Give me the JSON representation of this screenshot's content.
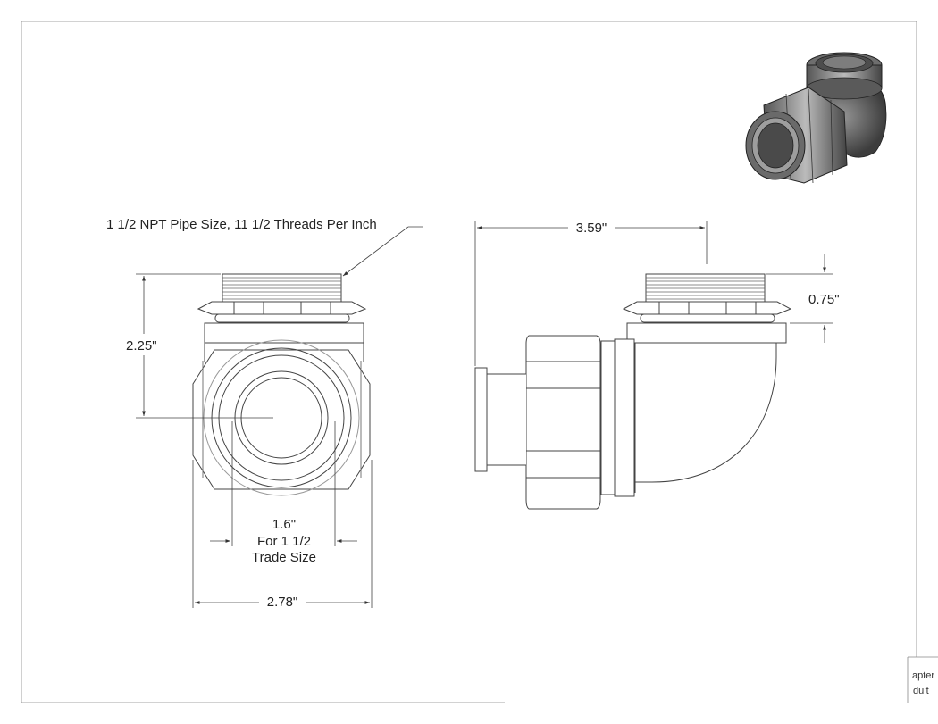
{
  "drawing": {
    "callouts": {
      "thread_note": "1 1/2 NPT Pipe Size, 11 1/2 Threads Per Inch",
      "height": "2.25\"",
      "bore_dia": "1.6\"",
      "trade_line1": "For 1 1/2",
      "trade_line2": "Trade Size",
      "width": "2.78\"",
      "length": "3.59\"",
      "thread_len": "0.75\""
    },
    "title_block": {
      "line1": "apter",
      "line2": "duit"
    }
  }
}
